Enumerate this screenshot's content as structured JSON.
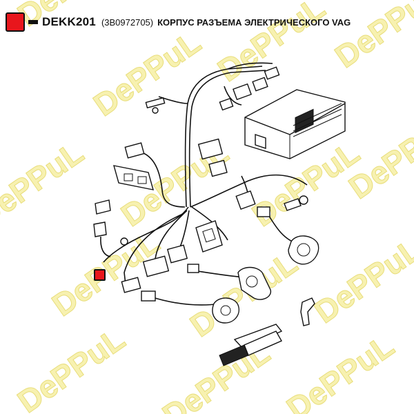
{
  "header": {
    "code": "DEKK201",
    "ref": "(3B0972705)",
    "title": "КОРПУС РАЗЪЕМА ЭЛЕКТРИЧЕСКОГО VAG"
  },
  "watermark": {
    "text": "DePPuL"
  },
  "colors": {
    "marker": "#e8161c",
    "watermark": "#f7f1b0"
  }
}
